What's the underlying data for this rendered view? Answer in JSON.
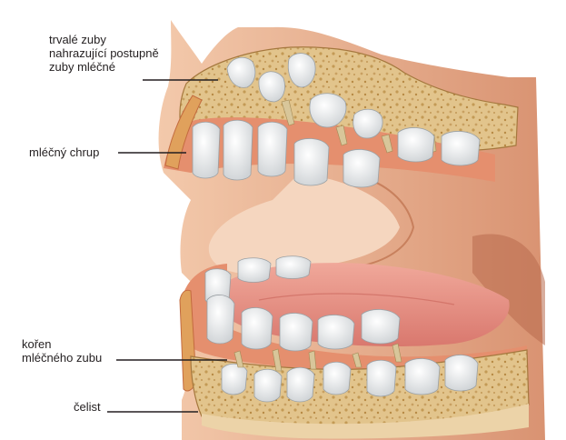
{
  "labels": {
    "permanent_teeth": [
      "trvalé zuby",
      "nahrazující postupně",
      "zuby mléčné"
    ],
    "milk_teeth": "mléčný chrup",
    "milk_root": [
      "kořen",
      "mléčného zubu"
    ],
    "jaw": "čelist"
  },
  "colors": {
    "background": "#ffffff",
    "skin": "#e9b28f",
    "skin_dark": "#c8805d",
    "bone": "#e2c48c",
    "bone_pores": "#c39a55",
    "gum": "#e58f6e",
    "tongue": "#e8958a",
    "tooth": "#f1f2f3",
    "root": "#d8c69a",
    "label_text": "#231f20"
  },
  "icons": {
    "mouth": "mouth-cross-section-illustration"
  }
}
